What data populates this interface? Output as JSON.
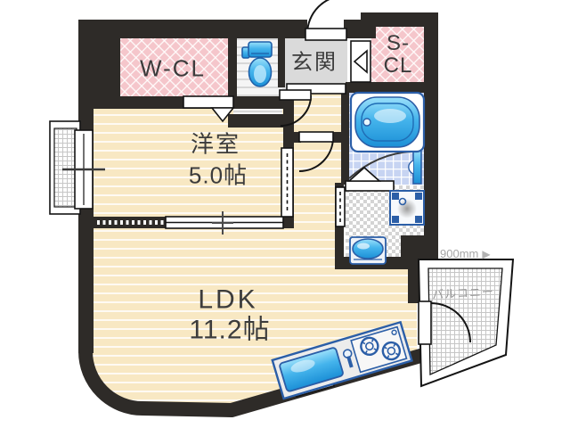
{
  "floorplan": {
    "rooms": {
      "walk_in_closet": {
        "label": "W-CL"
      },
      "entrance": {
        "label": "玄関"
      },
      "shoe_closet": {
        "label": "S-CL",
        "label_line1": "S-",
        "label_line2": "CL"
      },
      "western_room": {
        "label": "洋室",
        "size": "5.0帖"
      },
      "ldk": {
        "label": "LDK",
        "size": "11.2帖"
      },
      "balcony": {
        "label": "バルコニー"
      }
    },
    "annotations": {
      "balcony_width": {
        "text": "900mm",
        "arrow": "▶"
      }
    },
    "fixtures": [
      "toilet-icon",
      "bathtub-icon",
      "shower-door-icon",
      "washbasin-icon",
      "washing-machine-pan-icon",
      "kitchen-sink-icon",
      "gas-stove-icon"
    ],
    "colors": {
      "wall": "#2e2b28",
      "room_floor": "#f8e8c3",
      "closet_pink": "#f5c6cb",
      "entrance_gray": "#dadada",
      "tile_blue": "#c7d4f2",
      "fixture_blue": "#2196dd",
      "fixture_border": "#2b5ea7",
      "annotation_gray": "#9a9a9a"
    }
  }
}
